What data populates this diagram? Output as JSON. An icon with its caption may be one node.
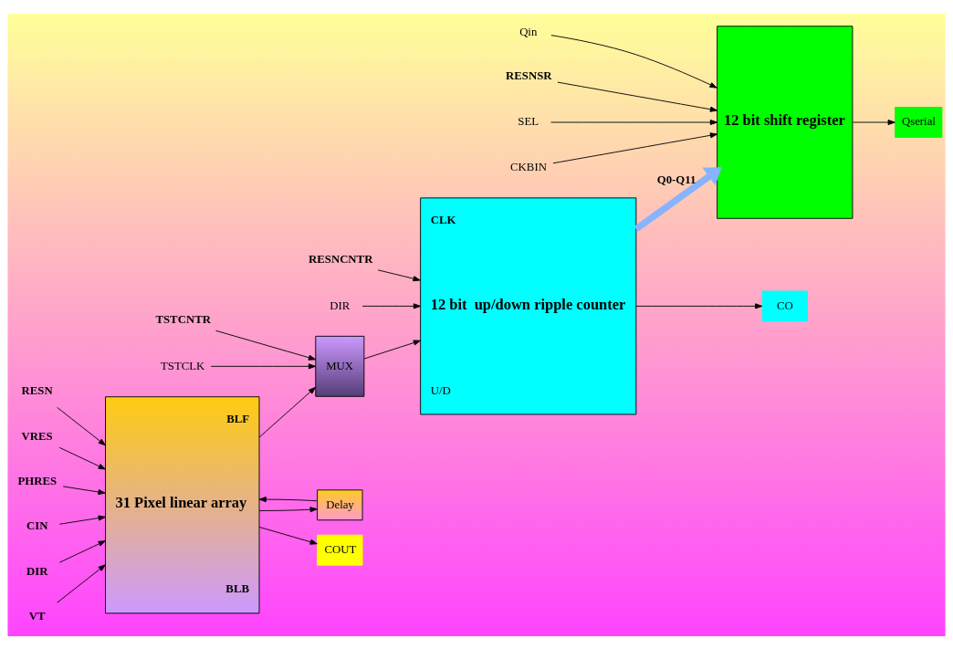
{
  "diagram": {
    "nodes": [
      {
        "text": [
          "BLF",
          "31 Pixel linear array",
          "BLB"
        ]
      },
      {
        "text": [
          "MUX"
        ]
      },
      {
        "text": [
          "Delay"
        ]
      },
      {
        "text": [
          "CLK",
          "12 bit  up/down ripple counter",
          "U/D"
        ]
      },
      {
        "text": [
          "12 bit shift register"
        ]
      },
      {
        "text": [
          "COUT"
        ]
      },
      {
        "text": [
          "CO"
        ]
      },
      {
        "text": [
          "Qserial"
        ]
      },
      {
        "text": [
          "RESN"
        ]
      },
      {
        "text": [
          "VRES"
        ]
      },
      {
        "text": [
          "PHRES"
        ]
      },
      {
        "text": [
          "CIN"
        ]
      },
      {
        "text": [
          "DIR"
        ]
      },
      {
        "text": [
          "VT"
        ]
      },
      {
        "text": [
          "TSTCNTR"
        ]
      },
      {
        "text": [
          "TSTCLK"
        ]
      },
      {
        "text": [
          "RESNCNTR"
        ]
      },
      {
        "text": [
          "DIR"
        ]
      },
      {
        "text": [
          "Qin"
        ]
      },
      {
        "text": [
          "RESNSR"
        ]
      },
      {
        "text": [
          "SEL"
        ]
      },
      {
        "text": [
          "CKBIN"
        ]
      }
    ],
    "edges": [
      {
        "from": 8,
        "to": 0,
        "arrow": "to"
      },
      {
        "from": 9,
        "to": 0,
        "arrow": "to"
      },
      {
        "from": 10,
        "to": 0,
        "arrow": "to"
      },
      {
        "from": 11,
        "to": 0,
        "arrow": "to"
      },
      {
        "from": 12,
        "to": 0,
        "arrow": "to"
      },
      {
        "from": 13,
        "to": 0,
        "arrow": "to"
      },
      {
        "from": 0,
        "to": 1,
        "arrow": "to"
      },
      {
        "from": 0,
        "to": 2,
        "arrow": "to"
      },
      {
        "from": 2,
        "to": 0,
        "arrow": "to"
      },
      {
        "from": 14,
        "to": 1,
        "arrow": "to"
      },
      {
        "from": 15,
        "to": 1,
        "arrow": "to"
      },
      {
        "from": 1,
        "to": 3,
        "arrow": "to"
      },
      {
        "from": 16,
        "to": 3,
        "arrow": "to"
      },
      {
        "from": 17,
        "to": 3,
        "arrow": "to"
      },
      {
        "from": 3,
        "to": 4,
        "arrow": "to",
        "label": "Q0-Q11",
        "style": "thick",
        "color": "#88b4ff"
      },
      {
        "from": 18,
        "to": 4,
        "arrow": "to"
      },
      {
        "from": 19,
        "to": 4,
        "arrow": "to"
      },
      {
        "from": 20,
        "to": 4,
        "arrow": "to"
      },
      {
        "from": 21,
        "to": 4,
        "arrow": "to"
      },
      {
        "from": 0,
        "to": 5,
        "arrow": "to"
      },
      {
        "from": 3,
        "to": 6,
        "arrow": "to"
      },
      {
        "from": 4,
        "to": 7,
        "arrow": "to"
      }
    ]
  }
}
